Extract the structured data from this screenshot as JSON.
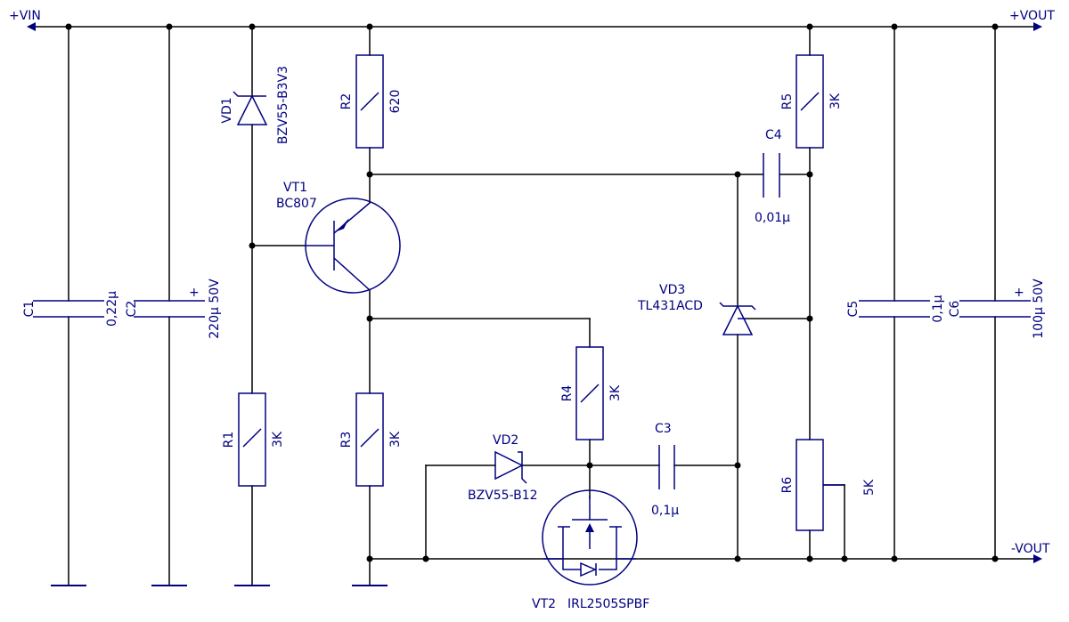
{
  "colors": {
    "wire": "#000000",
    "component": "#000080",
    "background": "#ffffff"
  },
  "rails": {
    "vin_label": "+VIN",
    "vout_label": "+VOUT",
    "gnd_label": "-VOUT"
  },
  "components": {
    "C1": {
      "ref": "C1",
      "value": "0,22µ"
    },
    "C2": {
      "ref": "C2",
      "plus": "+",
      "value": "220µ 50V"
    },
    "VD1": {
      "ref": "VD1",
      "value": "BZV55-B3V3"
    },
    "R1": {
      "ref": "R1",
      "value": "3K"
    },
    "R2": {
      "ref": "R2",
      "value": "620"
    },
    "VT1": {
      "ref": "VT1",
      "value": "BC807"
    },
    "R3": {
      "ref": "R3",
      "value": "3K"
    },
    "R4": {
      "ref": "R4",
      "value": "3K"
    },
    "VD2": {
      "ref": "VD2",
      "value": "BZV55-B12"
    },
    "VT2": {
      "ref": "VT2",
      "value": "IRL2505SPBF"
    },
    "C3": {
      "ref": "C3",
      "value": "0,1µ"
    },
    "C4": {
      "ref": "C4",
      "value": "0,01µ"
    },
    "VD3": {
      "ref": "VD3",
      "value": "TL431ACD"
    },
    "R5": {
      "ref": "R5",
      "value": "3K"
    },
    "R6": {
      "ref": "R6",
      "value": "5K"
    },
    "C5": {
      "ref": "C5",
      "value": "0,1µ"
    },
    "C6": {
      "ref": "C6",
      "plus": "+",
      "value": "100µ 50V"
    }
  }
}
